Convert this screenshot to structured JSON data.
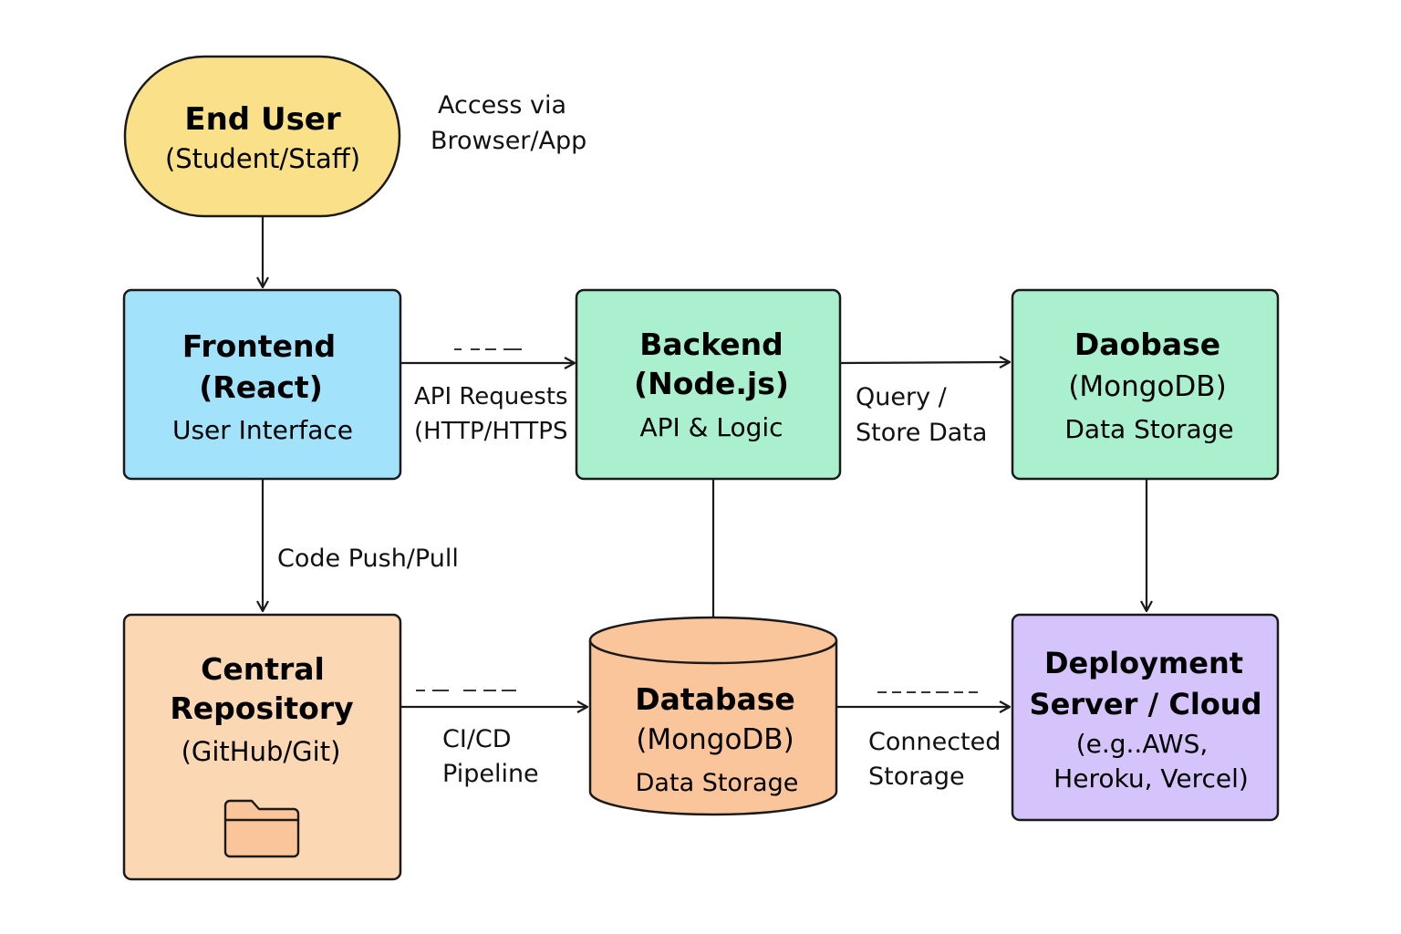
{
  "nodes": {
    "end_user": {
      "title": "End User",
      "subtitle": "(Student/Staff)"
    },
    "frontend": {
      "title": "Frontend",
      "title2": "(React)",
      "subtitle": "User Interface"
    },
    "backend": {
      "title": "Backend",
      "title2": "(Node.js)",
      "subtitle": "API & Logic"
    },
    "daobase": {
      "title": "Daobase",
      "title2": "(MongoDB)",
      "subtitle": "Data Storage"
    },
    "repository": {
      "title": "Central",
      "title2": "Repository",
      "subtitle": "(GitHub/Git)"
    },
    "database": {
      "title": "Database",
      "title2": "(MongoDB)",
      "subtitle": "Data Storage"
    },
    "deployment": {
      "title": "Deployment",
      "title2": "Server / Cloud",
      "subtitle": "(e.g..AWS,",
      "subtitle2": "Heroku, Vercel)"
    }
  },
  "edge_labels": {
    "access_1": "Access via",
    "access_2": "Browser/App",
    "api_1": "API Requests",
    "api_2": "(HTTP/HTTPS",
    "query_1": "Query /",
    "query_2": "Store Data",
    "code_push": "Code Push/Pull",
    "cicd_1": "CI/CD",
    "cicd_2": "Pipeline",
    "connected_1": "Connected",
    "connected_2": "Storage"
  },
  "colors": {
    "end_user": "#fbe08a",
    "frontend": "#a2e2fb",
    "backend": "#aaf0cf",
    "daobase": "#aaf0cf",
    "repository": "#fcd7b3",
    "database": "#fbc59b",
    "deployment": "#d5c4fb",
    "stroke": "#1a1a1a"
  },
  "icons": {
    "repository": "folder-icon"
  }
}
